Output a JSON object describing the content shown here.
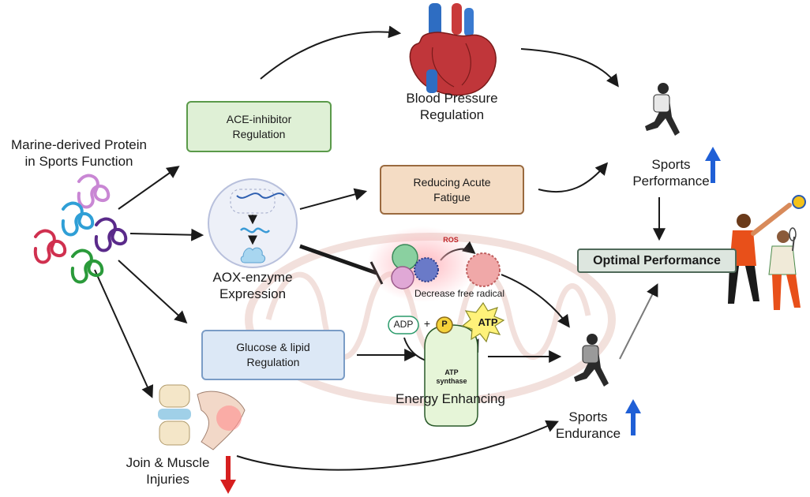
{
  "title": {
    "line1": "Marine-derived Protein",
    "line2": "in Sports Function"
  },
  "boxes": {
    "ace": {
      "line1": "ACE-inhibitor",
      "line2": "Regulation"
    },
    "fatigue": {
      "line1": "Reducing Acute",
      "line2": "Fatigue"
    },
    "glucose": {
      "line1": "Glucose & lipid",
      "line2": "Regulation"
    }
  },
  "labels": {
    "blood_pressure": {
      "line1": "Blood Pressure",
      "line2": "Regulation"
    },
    "aox": {
      "line1": "AOX-enzyme",
      "line2": "Expression"
    },
    "sports_performance": {
      "line1": "Sports",
      "line2": "Performance"
    },
    "optimal": "Optimal Performance",
    "ros": "ROS",
    "free_radical": "Decrease free radical",
    "adp": "ADP",
    "plus": "+",
    "p": "P",
    "atp": "ATP",
    "atp_synthase": {
      "line1": "ATP",
      "line2": "synthase"
    },
    "energy": "Energy Enhancing",
    "endurance": {
      "line1": "Sports",
      "line2": "Endurance"
    },
    "injury": {
      "line1": "Join & Muscle",
      "line2": "Injuries"
    }
  },
  "colors": {
    "ace_fill": "#dff0d6",
    "ace_border": "#5a9a4a",
    "fatigue_fill": "#f4dcc4",
    "fatigue_border": "#9a6a3f",
    "glucose_fill": "#dce8f6",
    "glucose_border": "#7a9cc6",
    "optimal_fill": "#dde6df",
    "optimal_border": "#506a5a",
    "up_arrow": "#1f5fd6",
    "down_arrow": "#d61f1f",
    "adp_border": "#2a9a6a",
    "p_fill": "#f4d23a",
    "atp_fill": "#fff27a",
    "synthase_fill": "#e6f5d8",
    "mito": "#e8c8c0"
  },
  "icons": [
    "heart-icon",
    "dna-icon",
    "protein-icon",
    "runner-icon",
    "players-icon",
    "volleyball-icon",
    "knee-joint-icon",
    "immune-cell-icon",
    "mitochondria-icon"
  ]
}
